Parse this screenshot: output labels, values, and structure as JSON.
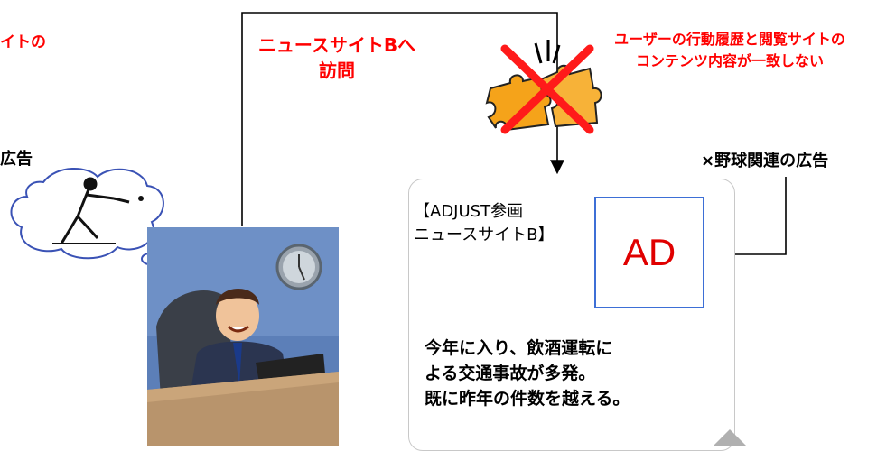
{
  "top_left_red_fragment": "イトの",
  "left_black_fragment": "広告",
  "visit_label_line1": "ニュースサイトBへ",
  "visit_label_line2": "訪問",
  "mismatch_line1": "ユーザーの行動履歴と閲覧サイトの",
  "mismatch_line2": "コンテンツ内容が一致しない",
  "ad_label": "×野球関連の広告",
  "site_title_line1": "【ADJUST参画",
  "site_title_line2": "ニュースサイトB】",
  "ad_text": "AD",
  "article_line1": "今年に入り、飲酒運転に",
  "article_line2": "よる交通事故が多発。",
  "article_line3": "既に昨年の件数を越える。",
  "colors": {
    "accent_red": "#ff0000",
    "ad_border": "#3d6fd6",
    "puzzle": "#f5a31a"
  }
}
